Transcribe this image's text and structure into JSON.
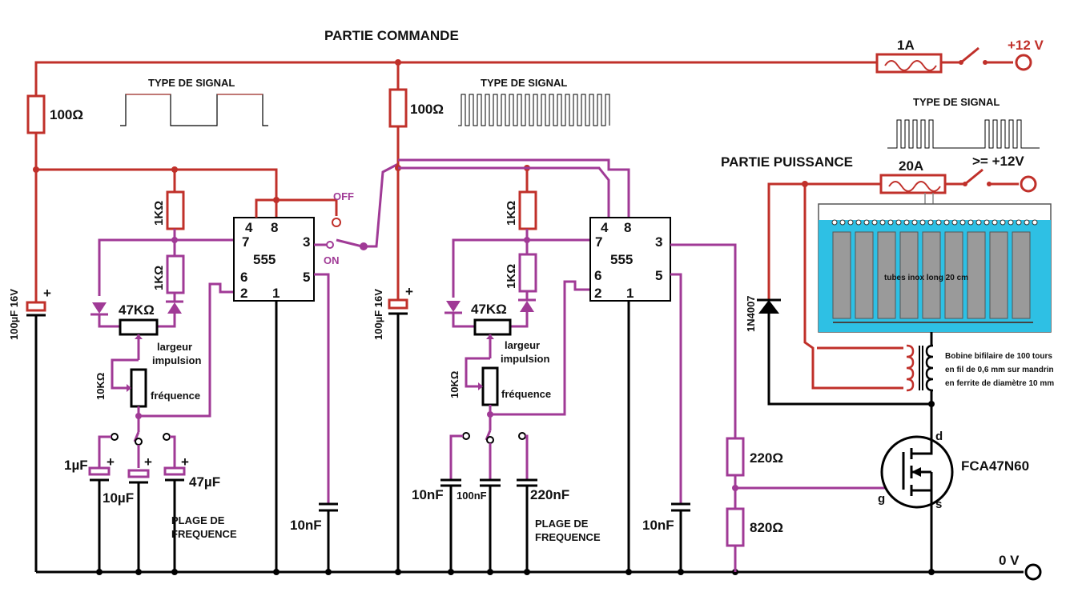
{
  "titles": {
    "commande": "PARTIE COMMANDE",
    "puissance": "PARTIE PUISSANCE"
  },
  "signal_labels": {
    "signal1": "TYPE DE SIGNAL",
    "signal2": "TYPE DE SIGNAL",
    "signal3": "TYPE DE SIGNAL"
  },
  "supply": {
    "fuse1": "1A",
    "v12": "+12 V",
    "fuse2": "20A",
    "v12b": ">= +12V",
    "ground": "0 V"
  },
  "left_stage": {
    "r_supply": "100Ω",
    "cap_supply": "100µF 16V",
    "r1": "1KΩ",
    "r2": "1KΩ",
    "pot": "47KΩ",
    "pot_label1": "largeur",
    "pot_label2": "impulsion",
    "pot2": "10KΩ",
    "pot2_label": "fréquence",
    "c1": "1µF",
    "c2": "10µF",
    "c3": "47µF",
    "plage1": "PLAGE DE",
    "plage2": "FREQUENCE",
    "c_ctrl": "10nF",
    "off": "OFF",
    "on": "ON"
  },
  "right_stage": {
    "r_supply": "100Ω",
    "cap_supply": "100µF 16V",
    "r1": "1KΩ",
    "r2": "1KΩ",
    "pot": "47KΩ",
    "pot_label1": "largeur",
    "pot_label2": "impulsion",
    "pot2": "10KΩ",
    "pot2_label": "fréquence",
    "c1": "10nF",
    "c2": "100nF",
    "c3": "220nF",
    "plage1": "PLAGE DE",
    "plage2": "FREQUENCE",
    "c_ctrl": "10nF"
  },
  "ic": {
    "name": "555",
    "pin4": "4",
    "pin8": "8",
    "pin7": "7",
    "pin3": "3",
    "pin6": "6",
    "pin5": "5",
    "pin2": "2",
    "pin1": "1"
  },
  "power": {
    "diode": "1N4007",
    "tubes": "tubes inox long 20 cm",
    "coil1": "Bobine bifilaire de 100 tours",
    "coil2": "en fil de 0,6 mm sur mandrin",
    "coil3": "en ferrite de diamètre 10 mm",
    "mosfet": "FCA47N60",
    "d": "d",
    "g": "g",
    "s": "s",
    "r_gate1": "220Ω",
    "r_gate2": "820Ω"
  },
  "colors": {
    "supply_wire": "#c0302a",
    "signal_wire": "#a03a96",
    "ground_wire": "#000000",
    "water": "#2ec0e4"
  }
}
